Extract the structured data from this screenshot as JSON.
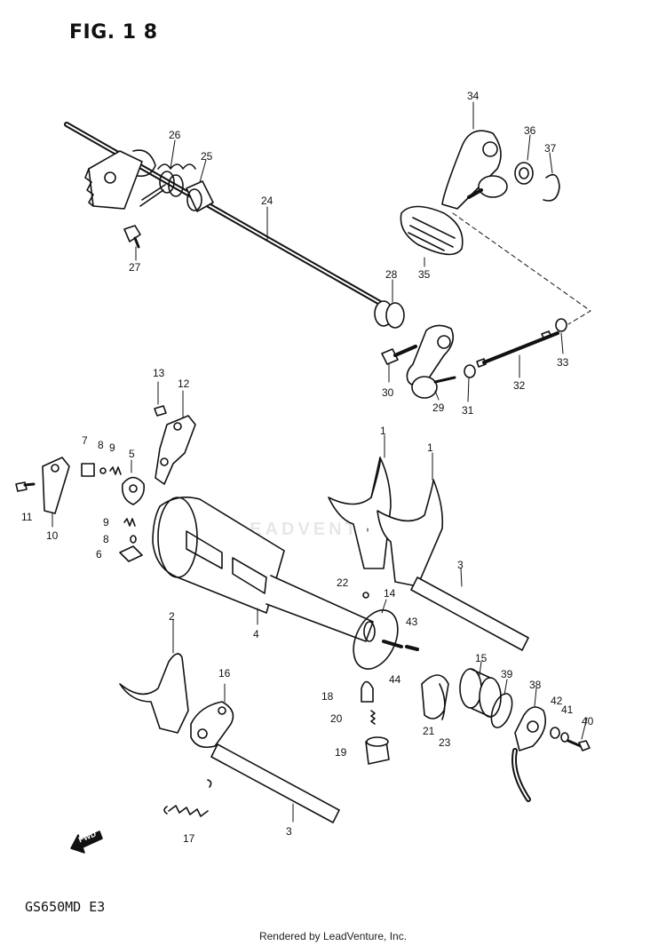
{
  "figure": {
    "title": "FIG. 1 8",
    "model_code": "GS650MD E3",
    "credit": "Rendered by LeadVenture, Inc.",
    "watermark": "LEADVENTURE",
    "fwd_label": "FWD"
  },
  "callouts": [
    "1",
    "1",
    "2",
    "3",
    "3",
    "4",
    "5",
    "6",
    "7",
    "8",
    "8",
    "9",
    "9",
    "10",
    "11",
    "12",
    "13",
    "14",
    "15",
    "16",
    "17",
    "18",
    "19",
    "20",
    "21",
    "22",
    "23",
    "24",
    "25",
    "26",
    "27",
    "28",
    "29",
    "30",
    "31",
    "32",
    "33",
    "34",
    "35",
    "36",
    "37",
    "38",
    "39",
    "40",
    "41",
    "42",
    "43",
    "44"
  ]
}
